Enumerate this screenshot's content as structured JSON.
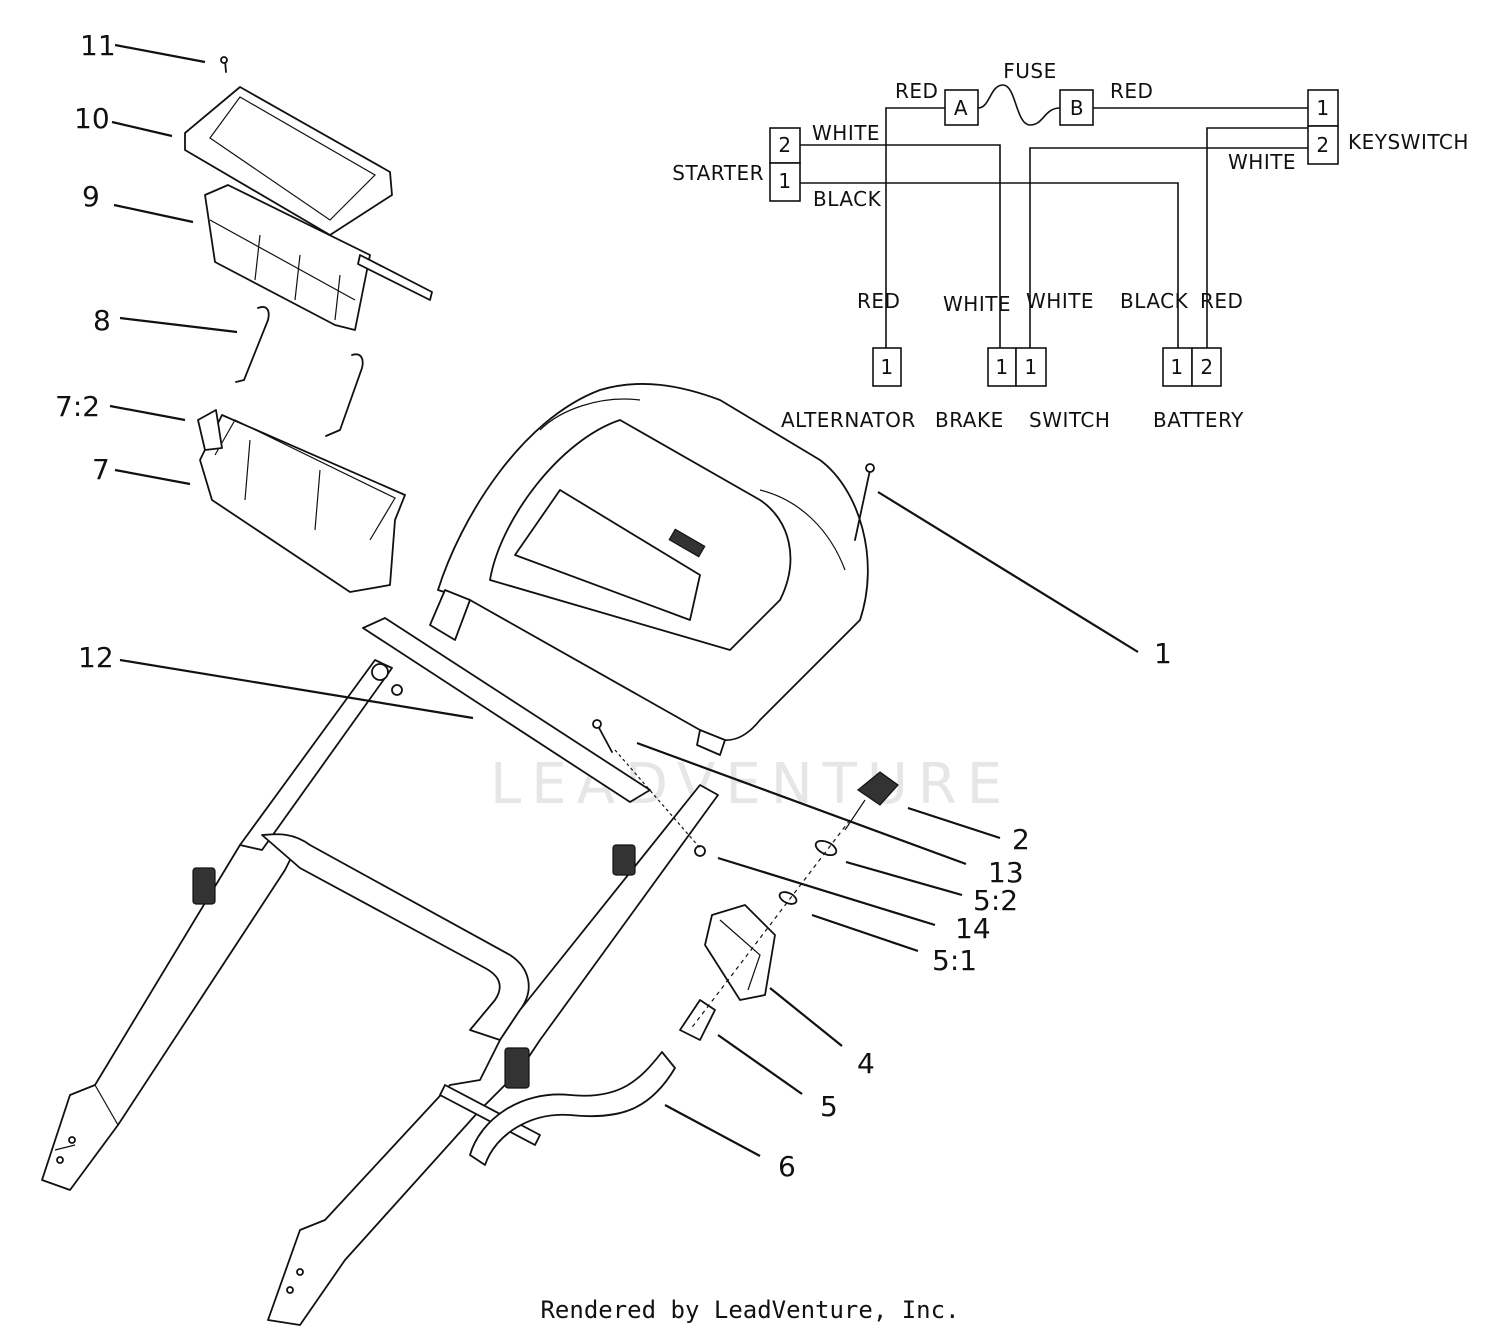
{
  "callouts": [
    {
      "id": "c11",
      "label": "11"
    },
    {
      "id": "c10",
      "label": "10"
    },
    {
      "id": "c9",
      "label": "9"
    },
    {
      "id": "c8",
      "label": "8"
    },
    {
      "id": "c72",
      "label": "7:2"
    },
    {
      "id": "c7",
      "label": "7"
    },
    {
      "id": "c12",
      "label": "12"
    },
    {
      "id": "c1",
      "label": "1"
    },
    {
      "id": "c2",
      "label": "2"
    },
    {
      "id": "c13",
      "label": "13"
    },
    {
      "id": "c52",
      "label": "5:2"
    },
    {
      "id": "c14",
      "label": "14"
    },
    {
      "id": "c51",
      "label": "5:1"
    },
    {
      "id": "c4",
      "label": "4"
    },
    {
      "id": "c5",
      "label": "5"
    },
    {
      "id": "c6",
      "label": "6"
    }
  ],
  "wiring": {
    "fuse_label": "FUSE",
    "fuse_terminals": [
      "A",
      "B"
    ],
    "starter": {
      "label": "STARTER",
      "pins": [
        "2",
        "1"
      ]
    },
    "keyswitch": {
      "label": "KEYSWITCH",
      "pins": [
        "1",
        "2"
      ]
    },
    "wire_labels": {
      "red_a": "RED",
      "red_b": "RED",
      "white_starter": "WHITE",
      "black_starter": "BLACK",
      "white_keyswitch": "WHITE",
      "red_alternator": "RED",
      "white_brake": "WHITE",
      "white_switch": "WHITE",
      "black_battery": "BLACK",
      "red_battery": "RED"
    },
    "alternator": {
      "label": "ALTERNATOR",
      "pins": [
        "1"
      ]
    },
    "brake": {
      "label": "BRAKE",
      "pins": [
        "1"
      ]
    },
    "switch": {
      "label": "SWITCH",
      "pins": [
        "1"
      ]
    },
    "battery": {
      "label": "BATTERY",
      "pins": [
        "1",
        "2"
      ]
    }
  },
  "watermark": "LEADVENTURE",
  "footer": "Rendered by LeadVenture, Inc."
}
